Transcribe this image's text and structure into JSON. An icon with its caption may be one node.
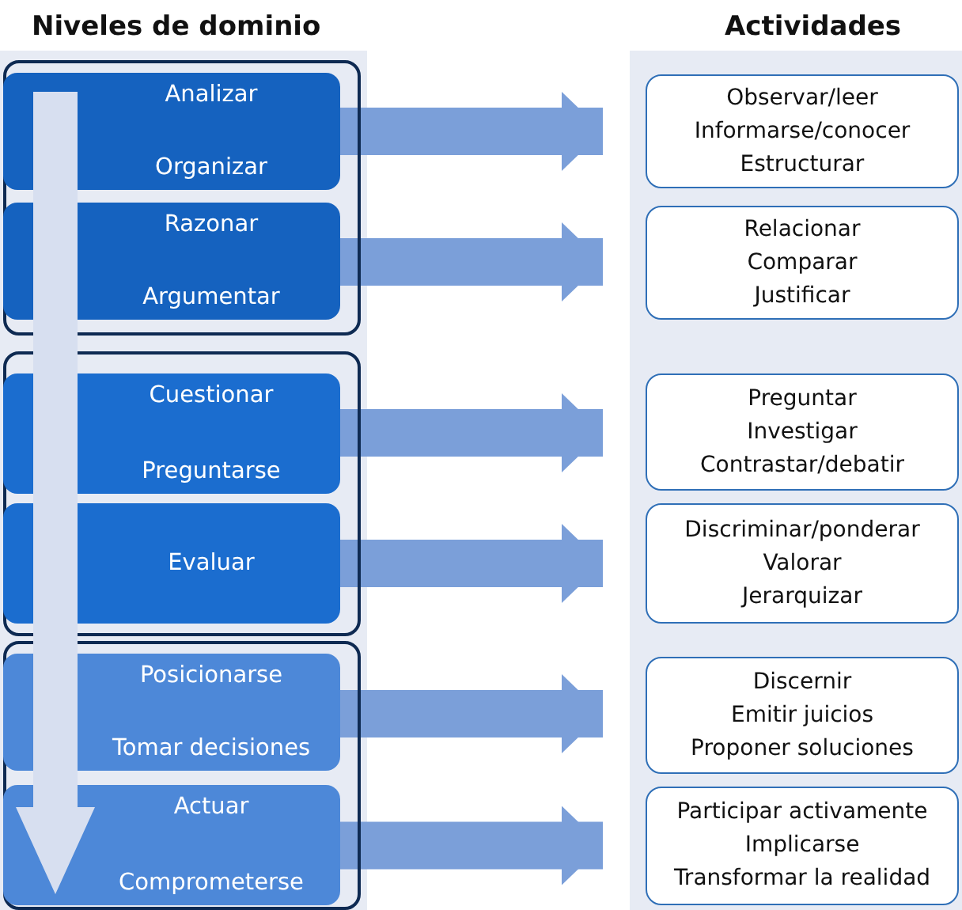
{
  "diagram": {
    "nodes": [
      {
        "text": [],
        "shape": "box"
      },
      {
        "text": [
          "Analizar",
          "Organizar"
        ],
        "in": 0
      },
      {
        "text": [
          "Razonar",
          "Argumentar"
        ],
        "in": 0
      },
      {
        "text": [],
        "shape": "box"
      },
      {
        "text": [
          "Cuestionar",
          "Preguntarse"
        ],
        "in": 3
      },
      {
        "text": [
          "Evaluar"
        ],
        "in": 3
      },
      {
        "text": [],
        "shape": "box"
      },
      {
        "text": [
          "Posicionarse",
          "Tomar decisiones"
        ],
        "in": 6
      },
      {
        "text": [
          "Actuar",
          "Comprometerse"
        ],
        "in": 6
      },
      {
        "text": [
          "Observar/leer",
          "Informarse/conocer",
          "Estructurar"
        ]
      },
      {
        "text": [
          "Relacionar",
          "Comparar",
          "Justificar"
        ]
      },
      {
        "text": [
          "Preguntar",
          "Investigar",
          "Contrastar/debatir"
        ]
      },
      {
        "text": [
          "Discriminar/ponderar",
          "Valorar",
          "Jerarquizar"
        ]
      },
      {
        "text": [
          "Discernir",
          "Emitir juicios",
          "Proponer soluciones"
        ]
      },
      {
        "text": [
          "Participar activamente",
          "Implicarse",
          "Transformar la realidad"
        ]
      }
    ],
    "edges": [
      {
        "from": 1,
        "to": 9,
        "arrow": "to"
      },
      {
        "from": 2,
        "to": 10,
        "arrow": "to"
      },
      {
        "from": 4,
        "to": 11,
        "arrow": "to"
      },
      {
        "from": 5,
        "to": 12,
        "arrow": "to"
      },
      {
        "from": 7,
        "to": 13,
        "arrow": "to"
      },
      {
        "from": 8,
        "to": 14,
        "arrow": "to"
      }
    ],
    "labels": [
      "Niveles de dominio",
      "Actividades"
    ]
  }
}
